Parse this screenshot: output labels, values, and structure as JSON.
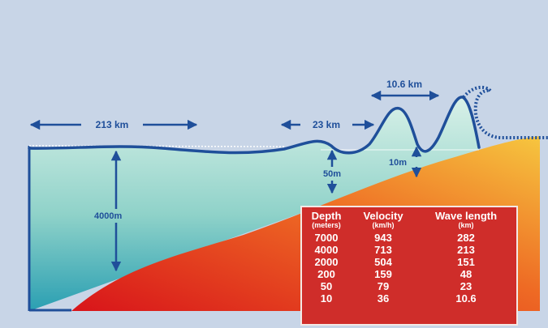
{
  "labels": {
    "dist_213": "213 km",
    "dist_23": "23 km",
    "dist_106": "10.6 km",
    "depth_4000": "4000m",
    "height_50": "50m",
    "height_10": "10m"
  },
  "table": {
    "headers": [
      {
        "title": "Depth",
        "unit": "(meters)"
      },
      {
        "title": "Velocity",
        "unit": "(km/h)"
      },
      {
        "title": "Wave length",
        "unit": "(km)"
      }
    ],
    "rows": [
      [
        "7000",
        "943",
        "282"
      ],
      [
        "4000",
        "713",
        "213"
      ],
      [
        "2000",
        "504",
        "151"
      ],
      [
        "200",
        "159",
        "48"
      ],
      [
        "50",
        "79",
        "23"
      ],
      [
        "10",
        "36",
        "10.6"
      ]
    ]
  },
  "colors": {
    "background": "#c8d5e7",
    "arrow": "#1f4f9a",
    "table_fill": "#cf2d2a",
    "ocean_top": "#d6efe6",
    "ocean_bottom": "#2aa3b4",
    "land_low": "#e02418",
    "land_high": "#f3b13b"
  }
}
